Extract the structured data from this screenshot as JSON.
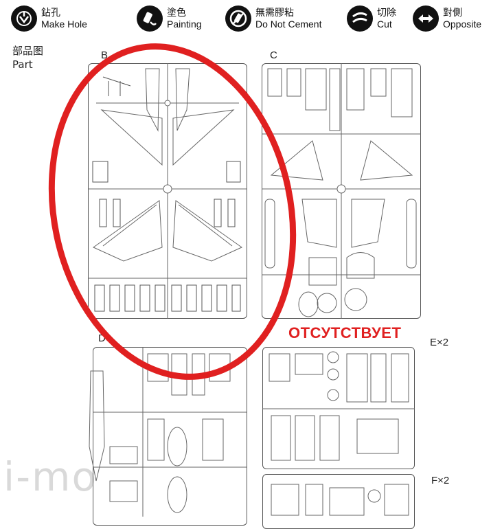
{
  "legend": [
    {
      "cn": "鉆孔",
      "en": "Make Hole",
      "icon": "drill-hole-icon"
    },
    {
      "cn": "塗色",
      "en": "Painting",
      "icon": "paint-bottle-icon"
    },
    {
      "cn": "無需膠粘",
      "en": "Do Not Cement",
      "icon": "no-cement-icon"
    },
    {
      "cn": "切除",
      "en": "Cut",
      "icon": "cut-icon"
    },
    {
      "cn": "對側",
      "en": "Opposite",
      "icon": "opposite-arrows-icon"
    }
  ],
  "part_label": {
    "cn": "部品图",
    "en": "Part"
  },
  "sprues": {
    "b": {
      "letter": "B"
    },
    "c": {
      "letter": "C"
    },
    "d": {
      "letter": "D"
    }
  },
  "missing_note": "ОТСУТСТВУЕТ",
  "counts": {
    "e": "E×2",
    "f": "F×2"
  },
  "watermark": "i-mo",
  "colors": {
    "highlight_circle": "#e02020",
    "outline": "#555555"
  }
}
